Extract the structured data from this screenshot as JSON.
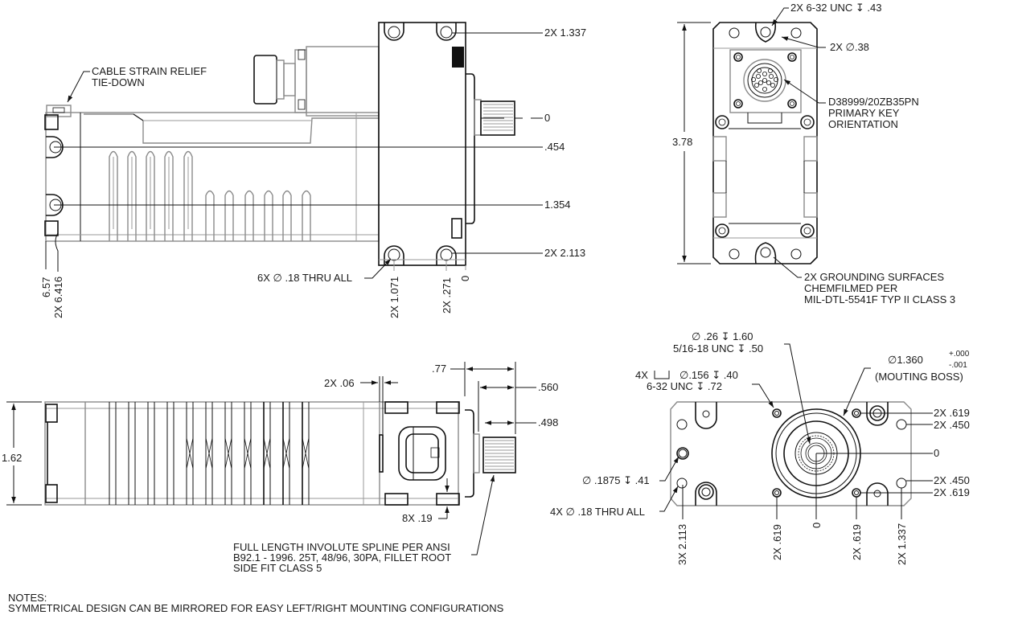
{
  "drawing": {
    "title": "Actuator mechanical outline drawing",
    "views": {
      "side_top": {
        "callout_strain_relief": [
          "CABLE STRAIN RELIEF",
          "TIE-DOWN"
        ],
        "dim_right": [
          "2X 1.337",
          "0",
          ".454",
          "1.354",
          "2X 2.113"
        ],
        "dim_bottom_left": [
          "6.57",
          "2X 6.416"
        ],
        "hole_note": "6X ∅ .18 THRU ALL",
        "dim_bottom": [
          "2X 1.071",
          "2X .271",
          "0"
        ]
      },
      "end_top_right": {
        "thread_note": "2X 6-32 UNC ↧ .43",
        "dia_note": "2X ∅.38",
        "connector_note": [
          "D38999/20ZB35PN",
          "PRIMARY KEY",
          "ORIENTATION"
        ],
        "height_dim": "3.78",
        "grounding_note": [
          "2X GROUNDING SURFACES",
          "CHEMFILMED PER",
          "MIL-DTL-5541F TYP II CLASS 3"
        ]
      },
      "side_bottom": {
        "height_dim": "1.62",
        "dim_06": "2X .06",
        "dim_77": ".77",
        "dim_560": ".560",
        "dim_498": ".498",
        "dim_19": "8X .19",
        "spline_note": [
          "FULL LENGTH INVOLUTE SPLINE PER ANSI",
          "B92.1 - 1996. 25T, 48/96, 30PA, FILLET ROOT",
          "SIDE FIT CLASS 5"
        ]
      },
      "face_bottom_right": {
        "boss_hole_note": [
          "∅ .26 ↧ 1.60",
          "5/16-18 UNC  ↧ .50"
        ],
        "tapped_note_prefix": "4X",
        "tapped_note": [
          "∅.156 ↧ .40",
          "6-32 UNC  ↧ .72"
        ],
        "boss_dia": "∅1.360",
        "boss_tol_plus": "+.000",
        "boss_tol_minus": "-.001",
        "boss_label": "(MOUTING BOSS)",
        "dim_right": [
          "2X .619",
          "2X .450",
          "0",
          "2X .450",
          "2X .619"
        ],
        "pin_note": "∅ .1875 ↧ .41",
        "thru_note": "4X ∅ .18 THRU ALL",
        "dim_bottom": [
          "3X 2.113",
          "2X .619",
          "0",
          "2X .619",
          "2X 1.337"
        ]
      }
    },
    "notes": {
      "heading": "NOTES:",
      "items": [
        "SYMMETRICAL DESIGN CAN BE MIRRORED FOR EASY LEFT/RIGHT MOUNTING CONFIGURATIONS"
      ]
    }
  }
}
